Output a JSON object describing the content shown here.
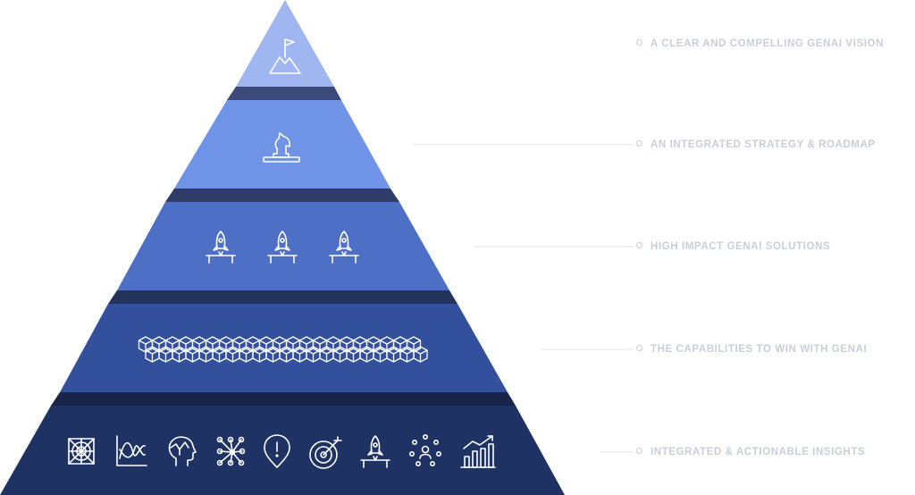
{
  "colors": {
    "tier1": "#9fb6f0",
    "tier2": "#6f93e6",
    "tier3": "#4d6fc6",
    "tier4": "#33509c",
    "tier5": "#1e3263",
    "icon": "#ffffff",
    "line": "#dfe3ea",
    "label": "#c9cfd8"
  },
  "tiers": [
    {
      "label": "A CLEAR AND COMPELLING GENAI VISION",
      "icons": [
        "mountain-flag-icon"
      ]
    },
    {
      "label": "AN INTEGRATED STRATEGY & ROADMAP",
      "icons": [
        "chess-knight-icon"
      ]
    },
    {
      "label": "HIGH IMPACT GENAI SOLUTIONS",
      "icons": [
        "rocket-icon",
        "rocket-icon",
        "rocket-icon"
      ]
    },
    {
      "label": "THE CAPABILITIES TO WIN WITH GENAI",
      "icons": [
        "cube-blocks-icon"
      ]
    },
    {
      "label": "INTEGRATED & ACTIONABLE INSIGHTS",
      "icons": [
        "spider-web-icon",
        "line-graph-icon",
        "head-brain-icon",
        "network-nodes-icon",
        "alert-pin-icon",
        "target-arrow-icon",
        "rocket-icon",
        "people-network-icon",
        "bar-chart-growth-icon"
      ]
    }
  ]
}
